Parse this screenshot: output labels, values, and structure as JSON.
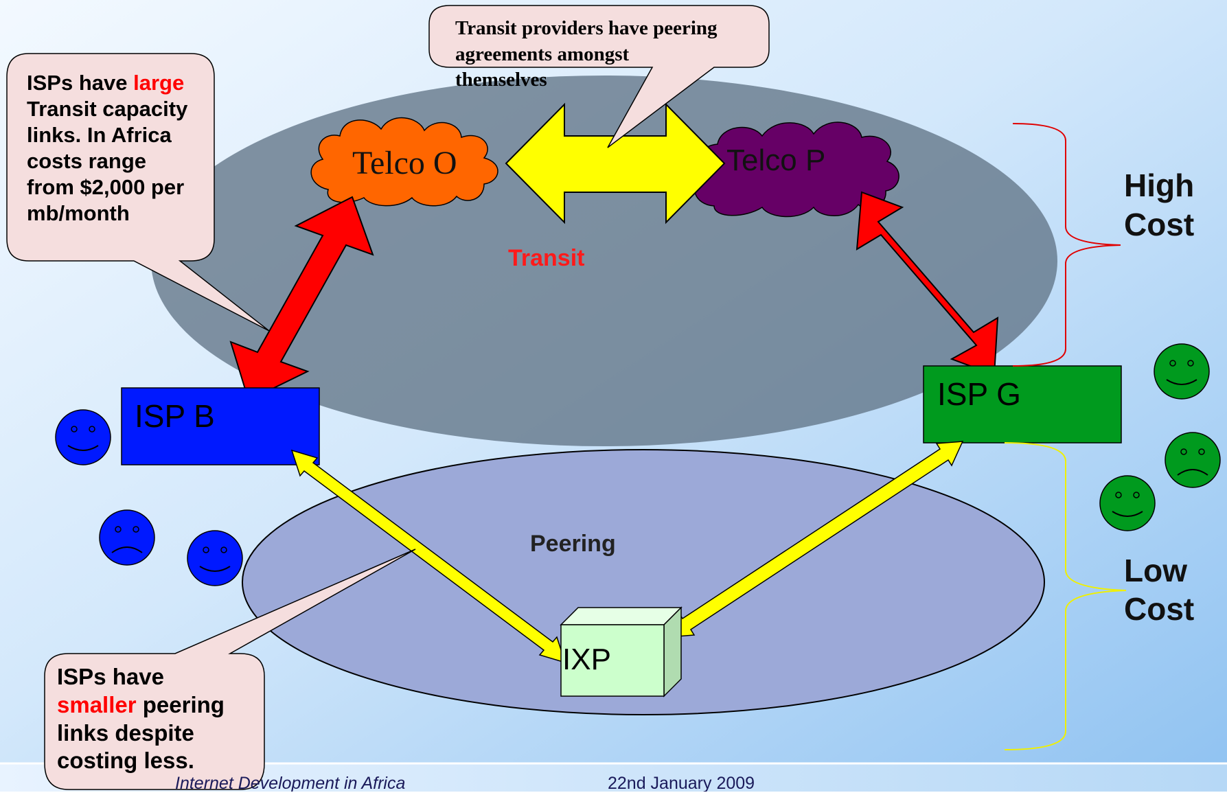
{
  "slide": {
    "footer_left": "Internet Development in Africa",
    "footer_date": "22nd January 2009"
  },
  "zones": {
    "transit_label": "Transit",
    "peering_label": "Peering"
  },
  "nodes": {
    "telco_o": "Telco O",
    "telco_p": "Telco P",
    "isp_b": "ISP B",
    "isp_g": "ISP G",
    "ixp": "IXP"
  },
  "callouts": {
    "transit_peering": {
      "line1": "Transit providers have peering",
      "line2": "agreements amongst",
      "line3": "themselves"
    },
    "isp_transit": {
      "line1_prefix": "ISPs have ",
      "line1_highlight": "large",
      "line2": "Transit capacity",
      "line3": "links.  In Africa",
      "line4": "costs range",
      "line5": "from $2,000 per",
      "line6": "mb/month"
    },
    "isp_peering": {
      "line1": "ISPs have",
      "line2_highlight": "smaller",
      "line2_suffix": " peering",
      "line3": "links despite",
      "line4": "costing less."
    }
  },
  "cost": {
    "high_line1": "High",
    "high_line2": "Cost",
    "low_line1": "Low",
    "low_line2": "Cost"
  },
  "colors": {
    "isp_b": "#0019ff",
    "isp_g": "#009a1e",
    "telco_o": "#ff6600",
    "telco_p": "#660066",
    "transit_arrow": "#ff0000",
    "peering_arrow": "#ffff00",
    "highlight_text": "#ff0000",
    "ixp": "#ccffcc"
  }
}
